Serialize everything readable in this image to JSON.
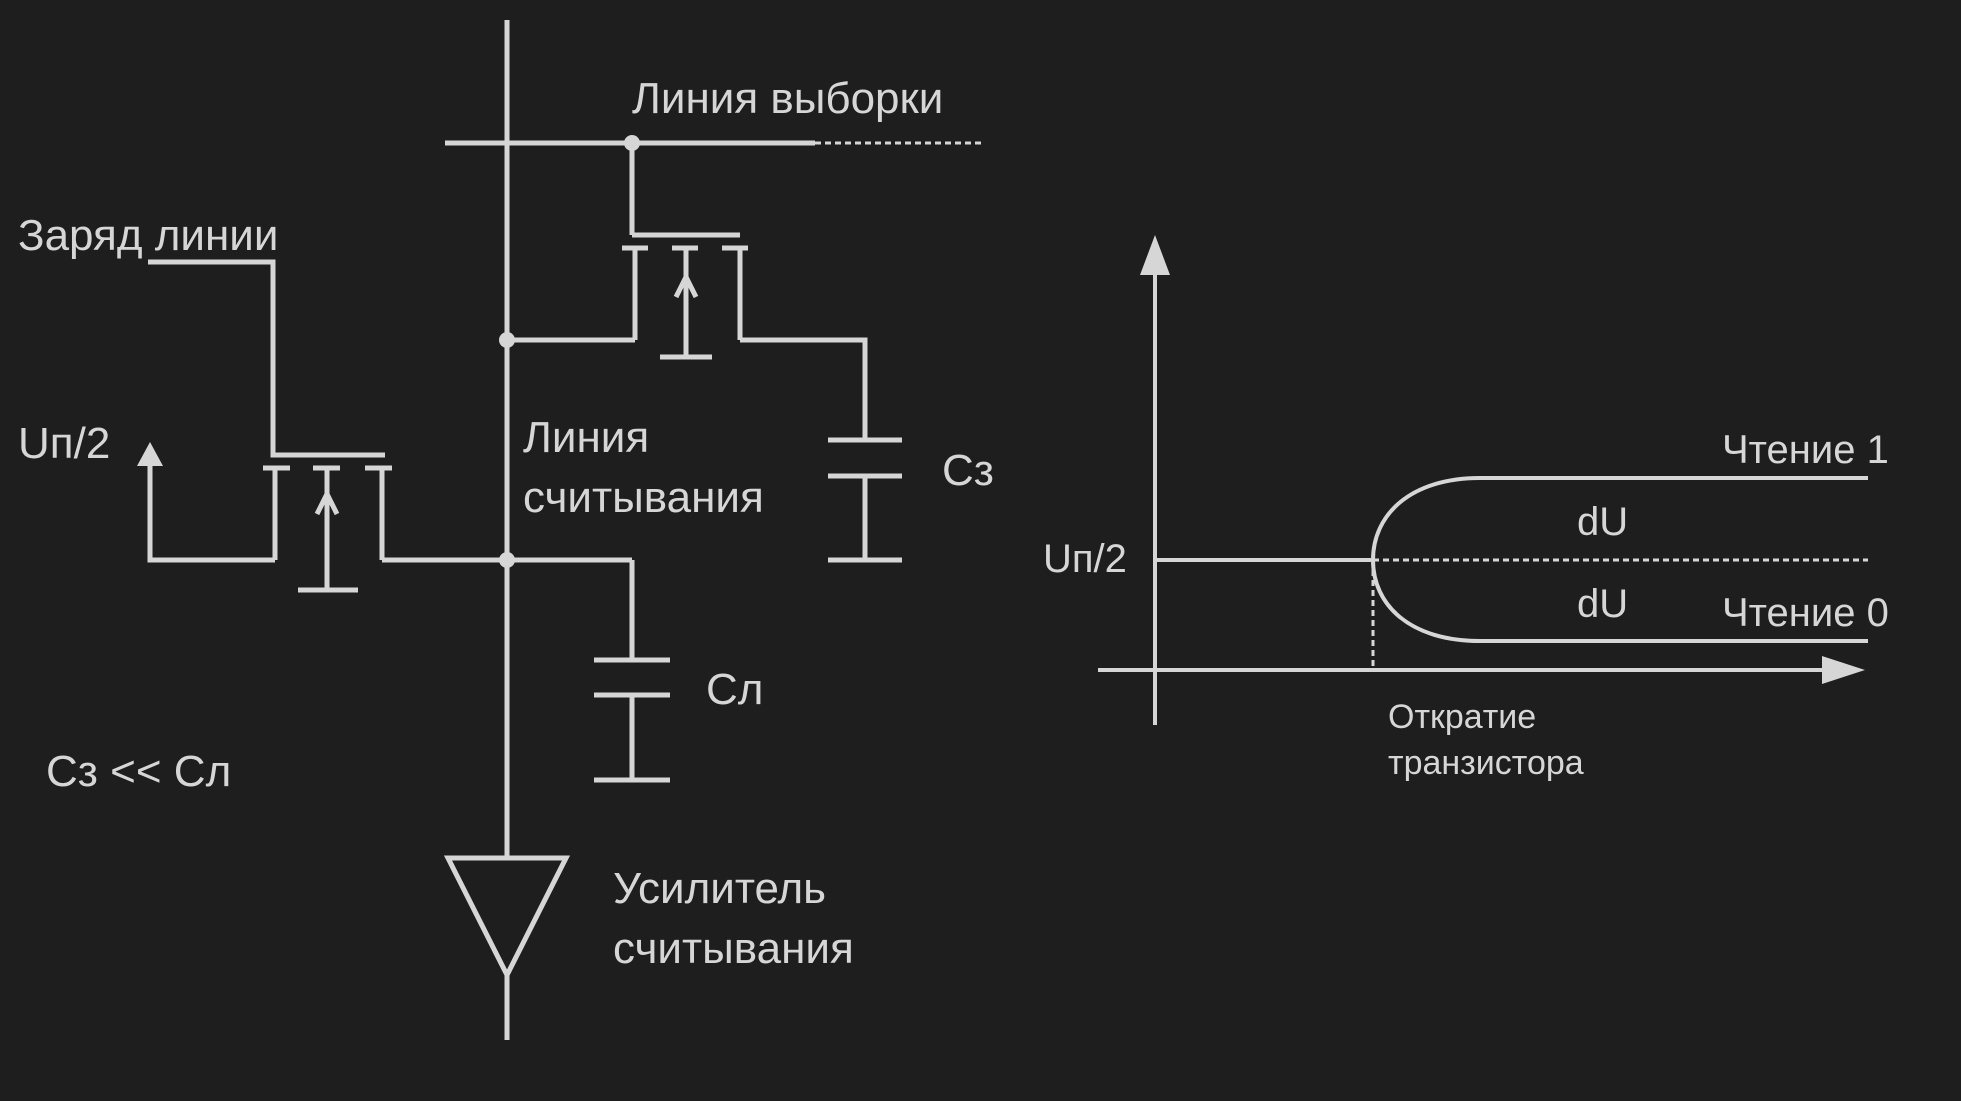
{
  "circuit": {
    "select_line_label": "Линия выборки",
    "precharge_label": "Заряд линии",
    "half_voltage_label": "Uп/2",
    "bitline_label_line1": "Линия",
    "bitline_label_line2": "считывания",
    "storage_cap_label": "Cз",
    "line_cap_label": "Cл",
    "relation_label": "Cз << Cл",
    "amplifier_label_line1": "Усилитель",
    "amplifier_label_line2": "считывания"
  },
  "graph": {
    "y_level_label": "Uп/2",
    "read1_label": "Чтение 1",
    "read0_label": "Чтение 0",
    "delta_upper_label": "dU",
    "delta_lower_label": "dU",
    "event_label_line1": "Открaтие",
    "event_label_line2": "транзистора"
  },
  "colors": {
    "background": "#1e1e1e",
    "foreground": "#d6d6d6"
  }
}
